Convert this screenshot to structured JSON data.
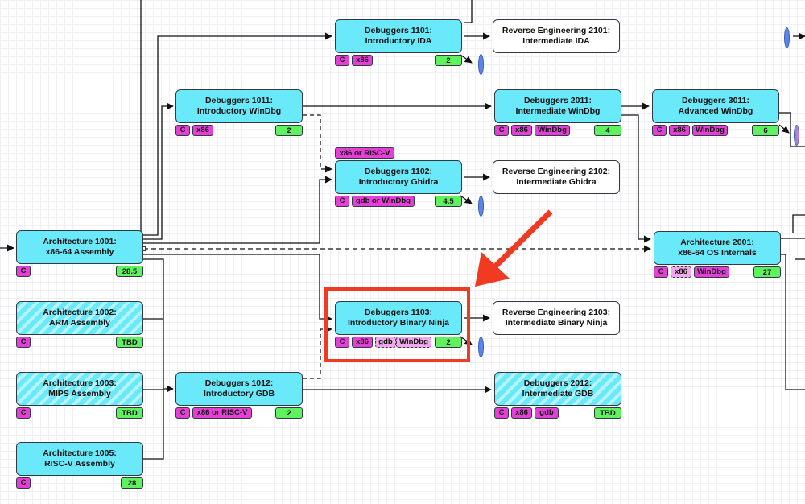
{
  "nodes": {
    "arch1001": {
      "title": "Architecture 1001:",
      "subtitle": "x86-64 Assembly",
      "tags": [
        "C"
      ],
      "number": "28.5"
    },
    "arch1002": {
      "title": "Architecture 1002:",
      "subtitle": "ARM Assembly",
      "tags": [
        "C"
      ],
      "number": "TBD"
    },
    "arch1003": {
      "title": "Architecture 1003:",
      "subtitle": "MIPS Assembly",
      "tags": [
        "C"
      ],
      "number": "TBD"
    },
    "arch1005": {
      "title": "Architecture 1005:",
      "subtitle": "RISC-V Assembly",
      "tags": [
        "C"
      ],
      "number": "28"
    },
    "dbg1011": {
      "title": "Debuggers 1011:",
      "subtitle": "Introductory WinDbg",
      "tags": [
        "C",
        "x86"
      ],
      "number": "2"
    },
    "dbg1012": {
      "title": "Debuggers 1012:",
      "subtitle": "Introductory GDB",
      "tags": [
        "C",
        "x86 or RISC-V"
      ],
      "number": "2"
    },
    "dbg1101": {
      "title": "Debuggers 1101:",
      "subtitle": "Introductory IDA",
      "tags": [
        "C",
        "x86"
      ],
      "number": "2"
    },
    "dbg1102": {
      "title": "Debuggers 1102:",
      "subtitle": "Introductory Ghidra",
      "topflag": "x86 or RISC-V",
      "tags": [
        "C",
        "gdb or WinDbg"
      ],
      "number": "4.5"
    },
    "dbg1103": {
      "title": "Debuggers 1103:",
      "subtitle": "Introductory Binary Ninja",
      "tags": [
        "C",
        "x86",
        "gdb",
        "WinDbg"
      ],
      "number": "2"
    },
    "re2101": {
      "title": "Reverse Engineering 2101:",
      "subtitle": "Intermediate IDA"
    },
    "re2102": {
      "title": "Reverse Engineering 2102:",
      "subtitle": "Intermediate Ghidra"
    },
    "re2103": {
      "title": "Reverse Engineering 2103:",
      "subtitle": "Intermediate Binary Ninja"
    },
    "dbg2011": {
      "title": "Debuggers 2011:",
      "subtitle": "Intermediate WinDbg",
      "tags": [
        "C",
        "x86",
        "WinDbg"
      ],
      "number": "4"
    },
    "dbg2012": {
      "title": "Debuggers 2012:",
      "subtitle": "Intermediate GDB",
      "tags": [
        "C",
        "x86",
        "gdb"
      ],
      "number": "TBD"
    },
    "dbg3011": {
      "title": "Debuggers 3011:",
      "subtitle": "Advanced WinDbg",
      "tags": [
        "C",
        "x86",
        "WinDbg"
      ],
      "number": "6"
    },
    "arch2001": {
      "title": "Architecture 2001:",
      "subtitle": "x86-64 OS Internals",
      "tags": [
        "C",
        "x86",
        "WinDbg"
      ],
      "number": "27"
    }
  },
  "colors": {
    "node_fill": "#6ae9fa",
    "tag_fill": "#e63fd8",
    "tag_optional_fill": "#f2a9ec",
    "number_fill": "#5ef35e",
    "highlight": "#f03b22",
    "oval": "#5b86e8"
  }
}
